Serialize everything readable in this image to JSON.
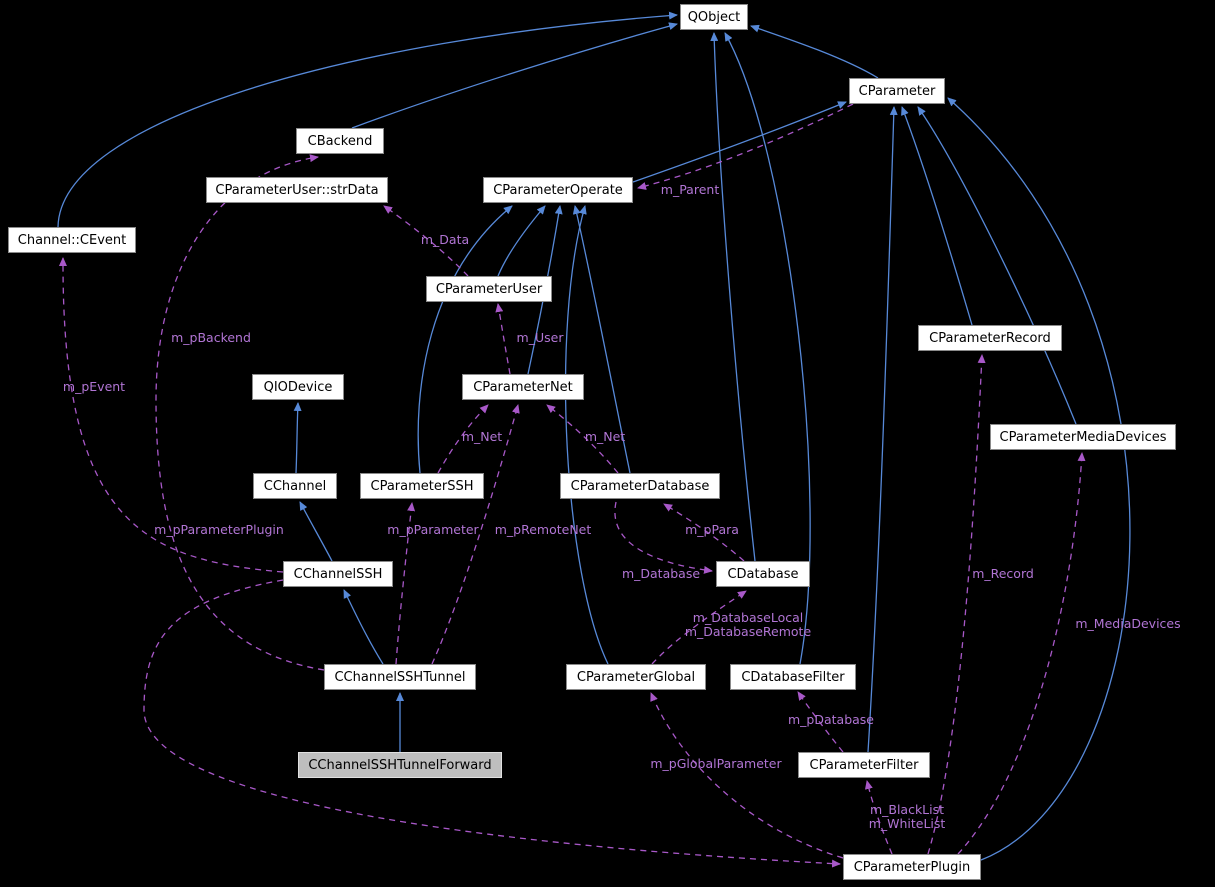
{
  "diagram": {
    "type": "class-collaboration-graph",
    "colors": {
      "background": "#000000",
      "inheritance_edge": "#5789d8",
      "usage_edge": "#a858c8",
      "edge_label_text": "#b175d4",
      "node_background": "#ffffff",
      "node_text": "#000000",
      "highlighted_node_background": "#bebebe"
    },
    "nodes": [
      {
        "label": "QObject"
      },
      {
        "label": "CParameter"
      },
      {
        "label": "CBackend"
      },
      {
        "label": "CParameterUser::strData"
      },
      {
        "label": "CParameterOperate"
      },
      {
        "label": "Channel::CEvent"
      },
      {
        "label": "CParameterUser"
      },
      {
        "label": "CParameterRecord"
      },
      {
        "label": "QIODevice"
      },
      {
        "label": "CParameterNet"
      },
      {
        "label": "CParameterMediaDevices"
      },
      {
        "label": "CChannel"
      },
      {
        "label": "CParameterSSH"
      },
      {
        "label": "CParameterDatabase"
      },
      {
        "label": "CChannelSSH"
      },
      {
        "label": "CDatabase"
      },
      {
        "label": "CChannelSSHTunnel"
      },
      {
        "label": "CParameterGlobal"
      },
      {
        "label": "CDatabaseFilter"
      },
      {
        "label": "CChannelSSHTunnelForward",
        "highlighted": true
      },
      {
        "label": "CParameterFilter"
      },
      {
        "label": "CParameterPlugin"
      }
    ],
    "edge_labels": [
      {
        "text": "m_Parent"
      },
      {
        "text": "m_Data"
      },
      {
        "text": "m_pBackend"
      },
      {
        "text": "m_User"
      },
      {
        "text": "m_pEvent"
      },
      {
        "text": "m_Net"
      },
      {
        "text": "m_Net"
      },
      {
        "text": "m_pParameterPlugin"
      },
      {
        "text": "m_pParameter"
      },
      {
        "text": "m_pRemoteNet"
      },
      {
        "text": "m_pPara"
      },
      {
        "text": "m_Database"
      },
      {
        "text": "m_Record"
      },
      {
        "text": "m_DatabaseLocal\nm_DatabaseRemote"
      },
      {
        "text": "m_MediaDevices"
      },
      {
        "text": "m_pDatabase"
      },
      {
        "text": "m_pGlobalParameter"
      },
      {
        "text": "m_BlackList\nm_WhiteList"
      }
    ]
  }
}
